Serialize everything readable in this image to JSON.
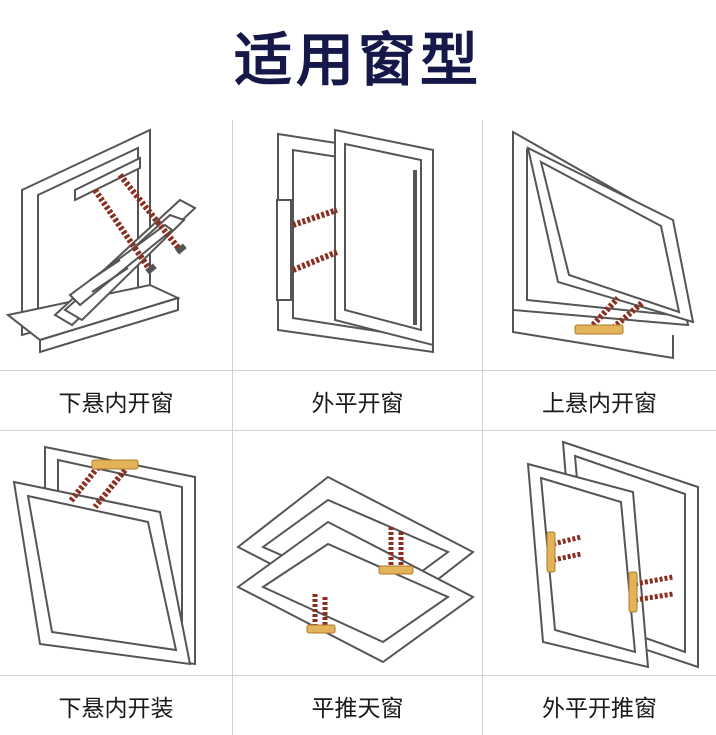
{
  "title": "适用窗型",
  "colors": {
    "frame": "#555555",
    "hinge": "#8b2e1f",
    "handle": "#e3b35a",
    "title": "#16184a"
  },
  "windows": [
    {
      "label": "下悬内开窗",
      "icon": "bottom-hung-inward-window"
    },
    {
      "label": "外平开窗",
      "icon": "outward-casement-window"
    },
    {
      "label": "上悬内开窗",
      "icon": "top-hung-inward-window"
    },
    {
      "label": "下悬内开装",
      "icon": "bottom-hung-inward-install"
    },
    {
      "label": "平推天窗",
      "icon": "parallel-push-skylight"
    },
    {
      "label": "外平开推窗",
      "icon": "outward-parallel-push-window"
    }
  ]
}
